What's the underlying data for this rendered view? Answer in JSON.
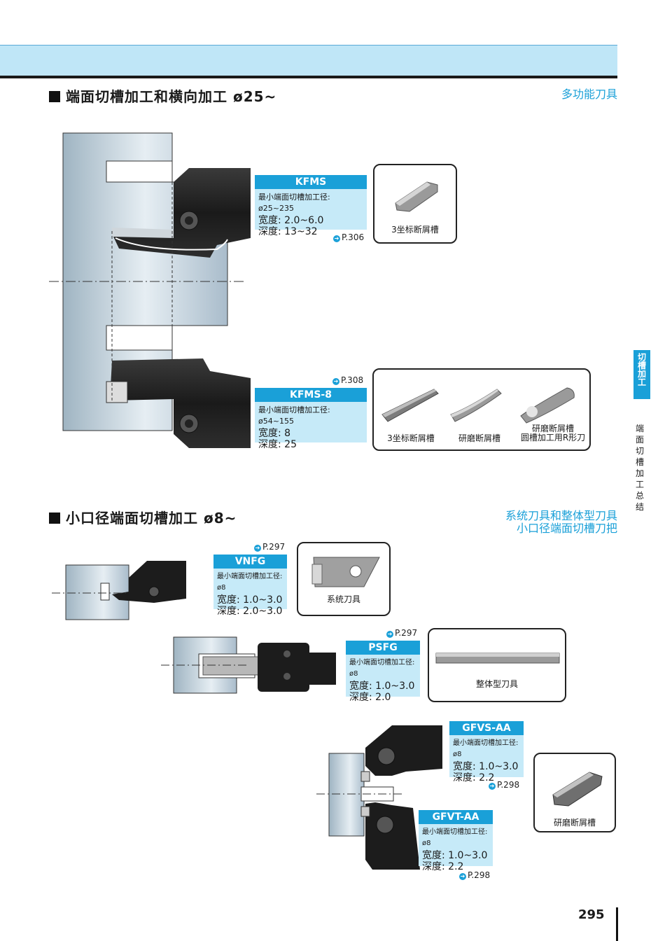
{
  "section1": {
    "title": "端面切槽加工和横向加工 ø25~",
    "category": "多功能刀具"
  },
  "kfms": {
    "name": "KFMS",
    "min_dia": "最小端面切槽加工径: ø25~235",
    "width": "宽度: 2.0~6.0",
    "depth": "深度: 13~32",
    "ref": "P.306",
    "insert_caption": "3坐标断屑槽"
  },
  "kfms8": {
    "ref": "P.308",
    "name": "KFMS-8",
    "min_dia": "最小端面切槽加工径: ø54~155",
    "width": "宽度: 8",
    "depth": "深度: 25",
    "insert_captions": [
      "3坐标断屑槽",
      "研磨断屑槽",
      "研磨断屑槽\n圆槽加工用R形刀"
    ]
  },
  "section2": {
    "title": "小口径端面切槽加工 ø8~",
    "category_line1": "系统刀具和整体型刀具",
    "category_line2": "小口径端面切槽刀把"
  },
  "vnfg": {
    "ref": "P.297",
    "name": "VNFG",
    "min_dia": "最小端面切槽加工径: ø8",
    "width": "宽度: 1.0~3.0",
    "depth": "深度: 2.0~3.0",
    "insert_caption": "系统刀具"
  },
  "psfg": {
    "ref": "P.297",
    "name": "PSFG",
    "min_dia": "最小端面切槽加工径: ø8",
    "width": "宽度: 1.0~3.0",
    "depth": "深度: 2.0",
    "insert_caption": "整体型刀具"
  },
  "gfvs": {
    "name": "GFVS-AA",
    "min_dia": "最小端面切槽加工径: ø8",
    "width": "宽度: 1.0~3.0",
    "depth": "深度: 2.2",
    "ref": "P.298"
  },
  "gfvt": {
    "name": "GFVT-AA",
    "min_dia": "最小端面切槽加工径: ø8",
    "width": "宽度: 1.0~3.0",
    "depth": "深度: 2.2",
    "ref": "P.298",
    "insert_caption": "研磨断屑槽"
  },
  "side": {
    "tab": "切槽加工",
    "text": "端面切槽加工总结"
  },
  "page_number": "295",
  "colors": {
    "accent": "#1aa0d8",
    "light_band": "#bfe6f7",
    "spec_bg": "#c6eaf8"
  },
  "icons": {
    "ref_arrow": "arrow-right-circle-icon"
  }
}
